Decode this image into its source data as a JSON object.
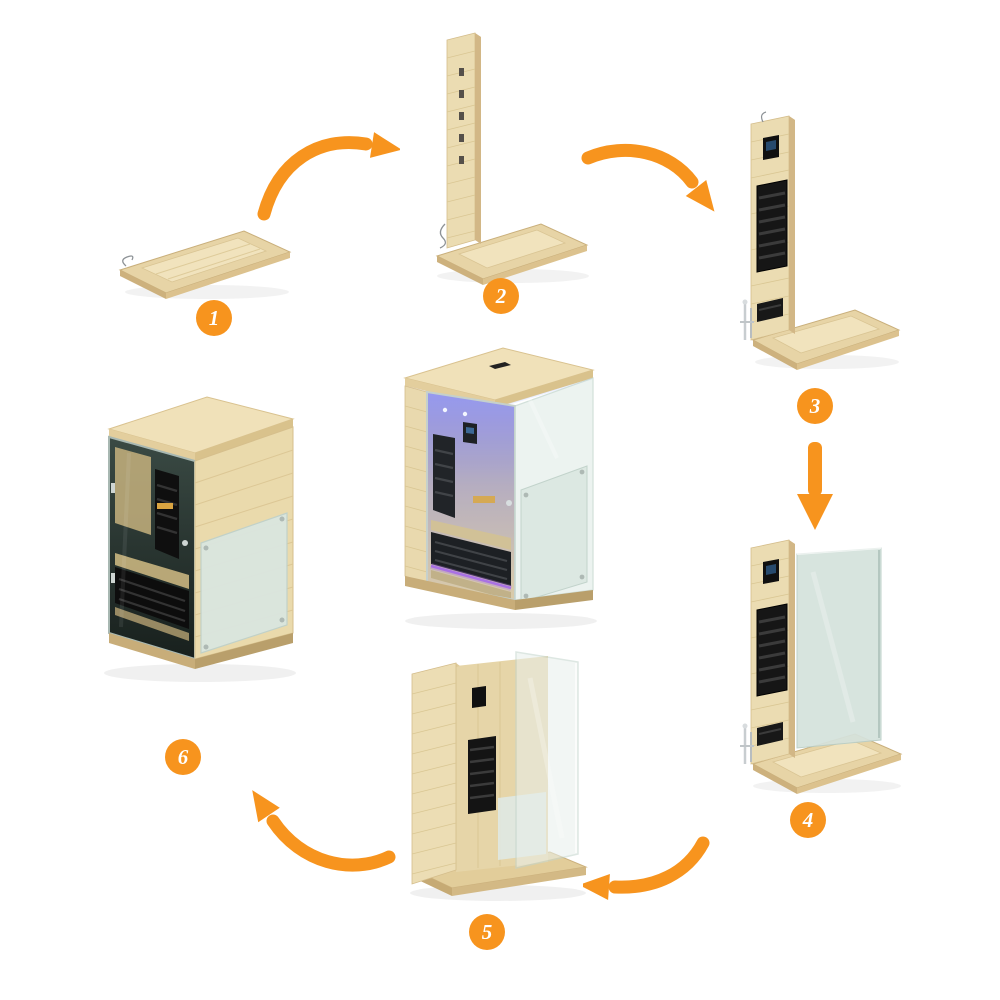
{
  "page": {
    "background": "#FFFFFF"
  },
  "steps": [
    {
      "number": "1",
      "name": "floor-panel"
    },
    {
      "number": "2",
      "name": "back-wall-mounted-on-floor"
    },
    {
      "number": "3",
      "name": "back-wall-with-heaters-and-controls"
    },
    {
      "number": "4",
      "name": "side-glass-panel-added"
    },
    {
      "number": "5",
      "name": "cabin-with-front-glass"
    },
    {
      "number": "6",
      "name": "finished-sauna-cabin"
    }
  ],
  "center_figure": {
    "name": "assembled-sauna-with-led-lighting"
  },
  "arrows": [
    {
      "name": "arrow-step1-to-step2"
    },
    {
      "name": "arrow-step2-to-step3"
    },
    {
      "name": "arrow-step3-to-step4"
    },
    {
      "name": "arrow-step4-to-step5"
    },
    {
      "name": "arrow-step5-to-step6"
    }
  ],
  "colors": {
    "accent_orange": "#F7941E",
    "wood_light": "#EFE1B9",
    "wood_mid": "#E7D4A6",
    "wood_shade": "#D2B786",
    "heater_black": "#161616",
    "glass_green": "#D9E5DF",
    "led_blue": "#7A7AEE",
    "led_purple": "#A35CE8",
    "badge_text": "#FFFFFF"
  }
}
